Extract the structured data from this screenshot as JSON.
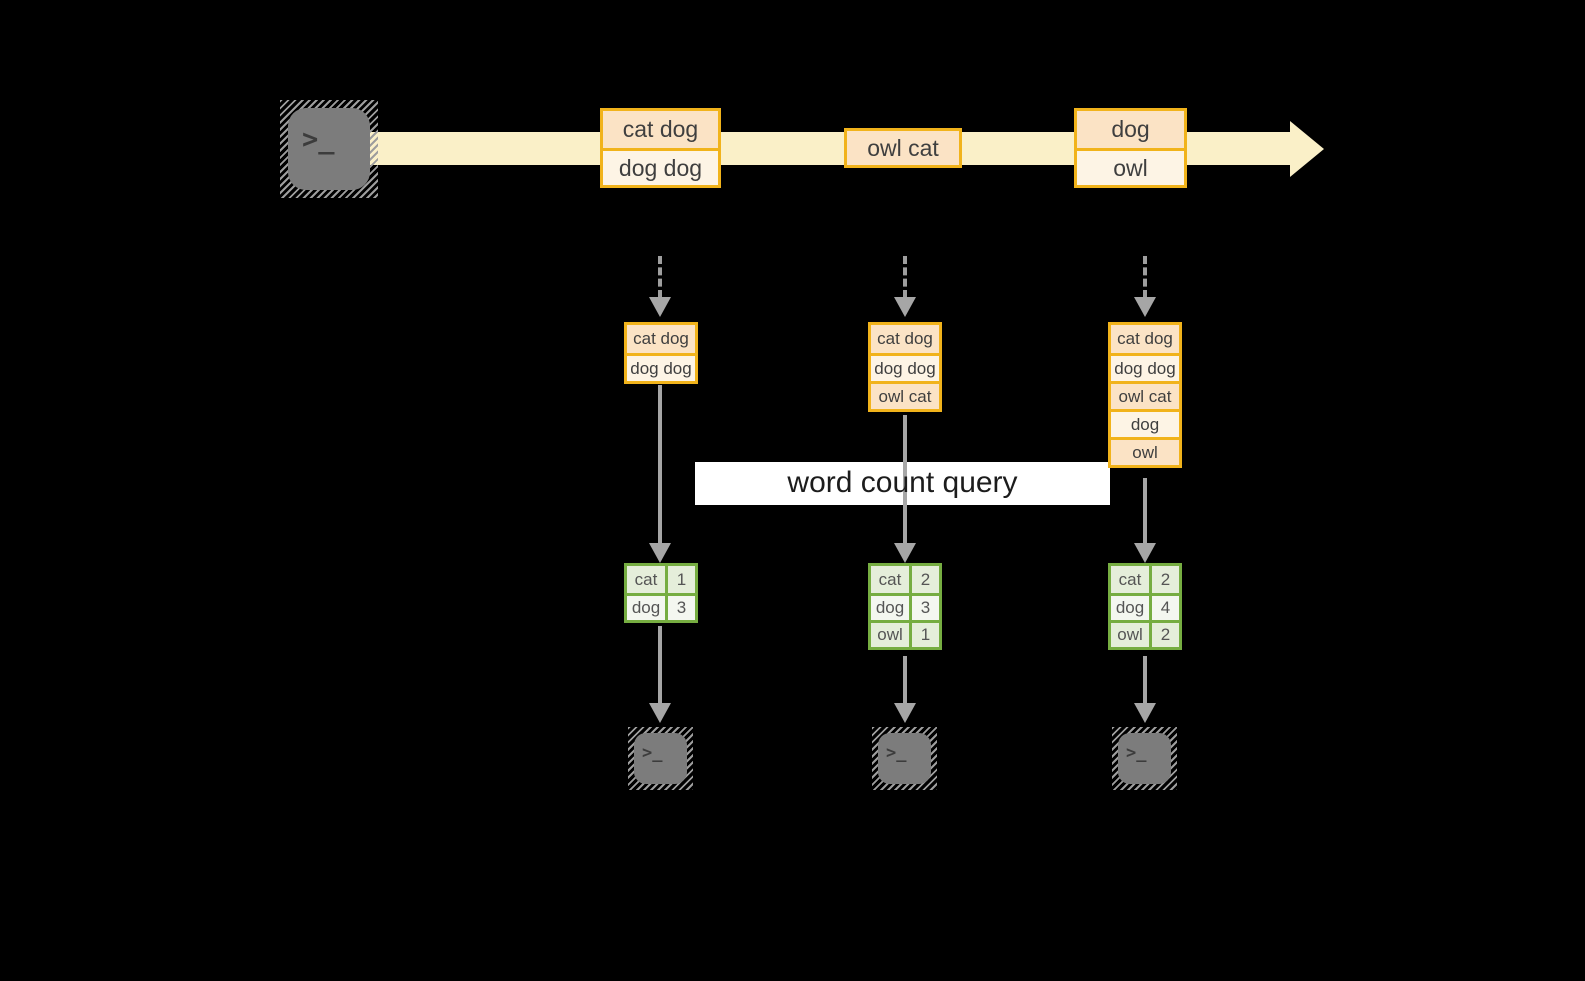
{
  "colors": {
    "background": "#000000",
    "gold": "#F1B31B",
    "peach": "#FBE3C5",
    "cream": "#FDF4E5",
    "band": "#FAF0C8",
    "green": "#76AD41",
    "gdark": "#E5EEDA",
    "glight": "#F4F7F0",
    "gray": "#A6A6A6",
    "term": "#7C7C7C",
    "ink": "#3F3F3F",
    "qink": "#1C1C1C",
    "gtext": "#555555"
  },
  "icons": {
    "terminal_glyph": ">_"
  },
  "query_label": "word count query",
  "stream": {
    "events": [
      {
        "cells": [
          "cat dog",
          "dog dog"
        ]
      },
      {
        "cells": [
          "owl cat"
        ]
      },
      {
        "cells": [
          "dog",
          "owl"
        ]
      }
    ]
  },
  "columns": [
    {
      "buffer": [
        "cat dog",
        "dog dog"
      ],
      "counts": [
        {
          "word": "cat",
          "count": "1"
        },
        {
          "word": "dog",
          "count": "3"
        }
      ]
    },
    {
      "buffer": [
        "cat dog",
        "dog dog",
        "owl cat"
      ],
      "counts": [
        {
          "word": "cat",
          "count": "2"
        },
        {
          "word": "dog",
          "count": "3"
        },
        {
          "word": "owl",
          "count": "1"
        }
      ]
    },
    {
      "buffer": [
        "cat dog",
        "dog dog",
        "owl cat",
        "dog",
        "owl"
      ],
      "counts": [
        {
          "word": "cat",
          "count": "2"
        },
        {
          "word": "dog",
          "count": "4"
        },
        {
          "word": "owl",
          "count": "2"
        }
      ]
    }
  ]
}
